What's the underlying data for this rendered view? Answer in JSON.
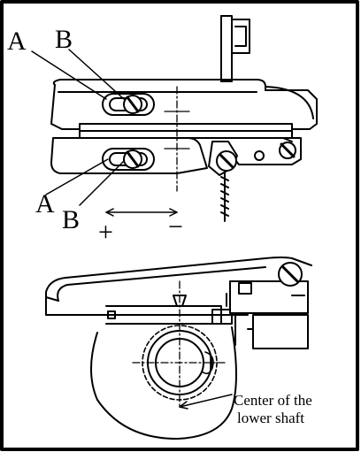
{
  "labels": {
    "a_top": "A",
    "b_top": "B",
    "a_bottom": "A",
    "b_bottom": "B",
    "plus": "+",
    "minus": "−",
    "caption_line1": "Center of the",
    "caption_line2": "lower shaft"
  },
  "colors": {
    "ink": "#000000",
    "paper": "#ffffff"
  }
}
